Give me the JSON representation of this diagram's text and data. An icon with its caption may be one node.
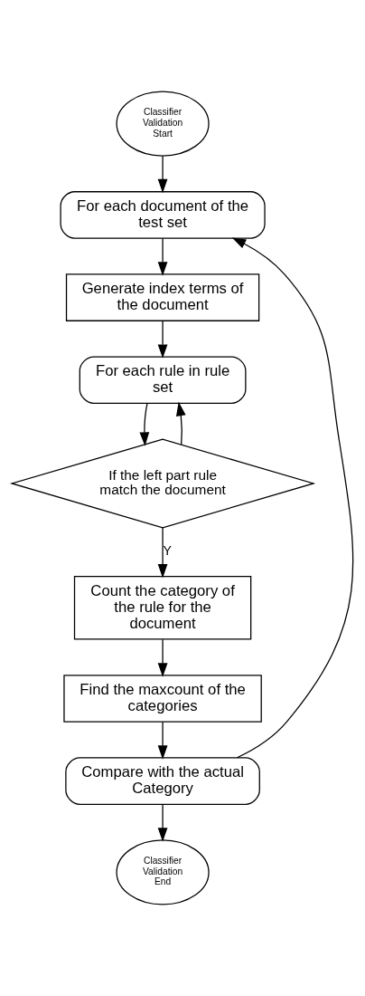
{
  "diagram": {
    "nodes": [
      {
        "text": [
          "Classifier Validation Start"
        ]
      },
      {
        "text": [
          "For each document of the test set"
        ]
      },
      {
        "text": [
          "Generate index terms of the document"
        ]
      },
      {
        "text": [
          "For each rule in rule set"
        ]
      },
      {
        "text": [
          "If the left part rule match the document"
        ]
      },
      {
        "text": [
          "Count the category of the rule for the document"
        ]
      },
      {
        "text": [
          "Find the maxcount of the categories"
        ]
      },
      {
        "text": [
          "Compare with the actual Category"
        ]
      },
      {
        "text": [
          "Classifier Validation End"
        ]
      }
    ],
    "edges": [
      {
        "from": 0,
        "to": 1,
        "arrow": "to"
      },
      {
        "from": 1,
        "to": 2,
        "arrow": "to"
      },
      {
        "from": 2,
        "to": 3,
        "arrow": "to"
      },
      {
        "from": 3,
        "to": 4,
        "arrow": "to"
      },
      {
        "from": 4,
        "to": 5,
        "arrow": "to",
        "label": "Y"
      },
      {
        "from": 5,
        "to": 6,
        "arrow": "to"
      },
      {
        "from": 6,
        "to": 7,
        "arrow": "to"
      },
      {
        "from": 7,
        "to": 8,
        "arrow": "to"
      },
      {
        "from": 7,
        "to": 1,
        "arrow": "to"
      },
      {
        "from": 4,
        "to": 3,
        "arrow": "to"
      }
    ]
  }
}
